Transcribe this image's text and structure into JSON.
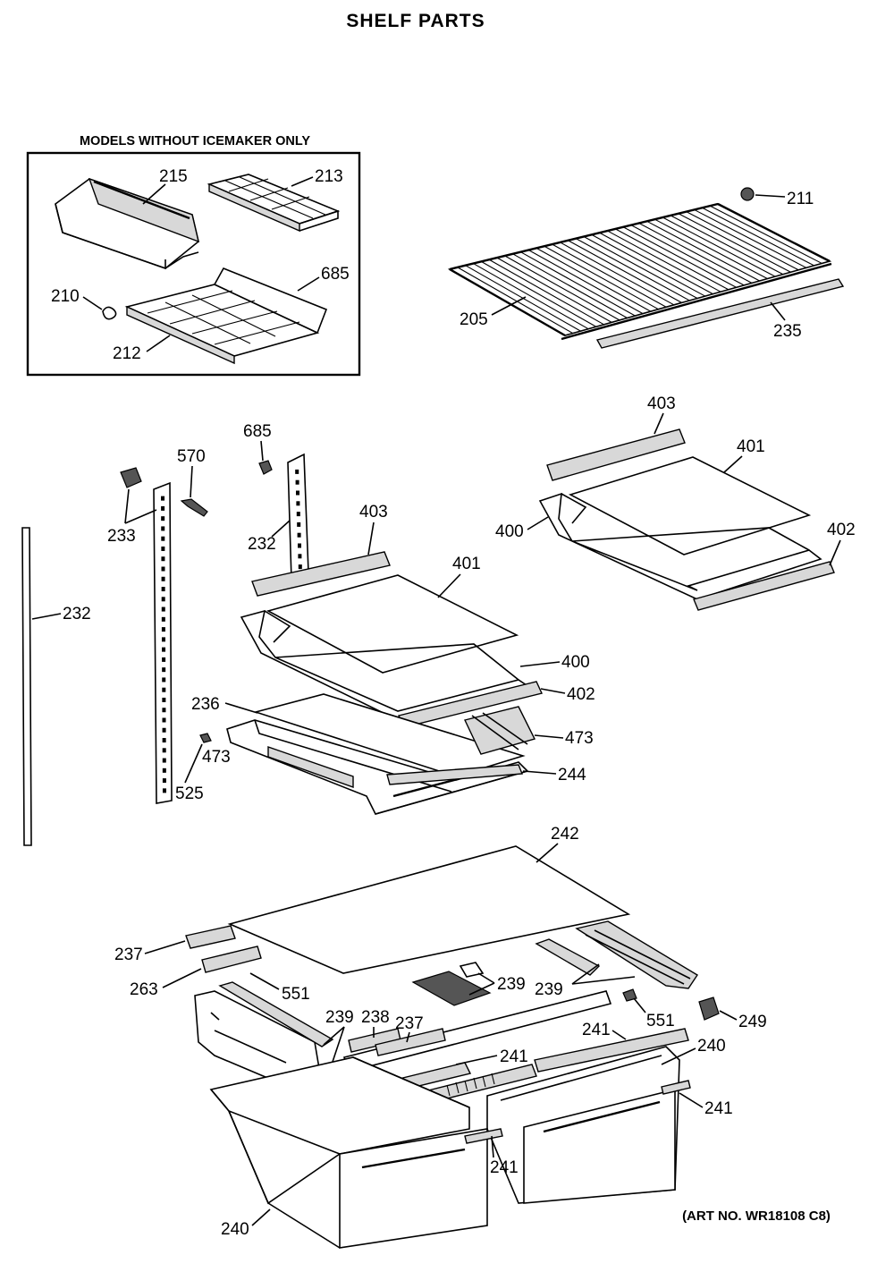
{
  "title": "SHELF PARTS",
  "inset_heading": "MODELS WITHOUT ICEMAKER ONLY",
  "art_number": "(ART NO. WR18108 C8)",
  "callouts": {
    "c215": "215",
    "c213": "213",
    "c210": "210",
    "c212": "212",
    "c685a": "685",
    "c211": "211",
    "c205": "205",
    "c235": "235",
    "c403a": "403",
    "c401a": "401",
    "c400a": "400",
    "c402a": "402",
    "c685b": "685",
    "c570": "570",
    "c233": "233",
    "c232a": "232",
    "c232b": "232",
    "c403b": "403",
    "c401b": "401",
    "c400b": "400",
    "c402b": "402",
    "c236": "236",
    "c473a": "473",
    "c473b": "473",
    "c525": "525",
    "c244": "244",
    "c242": "242",
    "c237a": "237",
    "c263": "263",
    "c551a": "551",
    "c239a": "239",
    "c239b": "239",
    "c238": "238",
    "c237b": "237",
    "c239c": "239",
    "c551b": "551",
    "c249": "249",
    "c241a": "241",
    "c241b": "241",
    "c240a": "240",
    "c241c": "241",
    "c241d": "241",
    "c240b": "240"
  }
}
